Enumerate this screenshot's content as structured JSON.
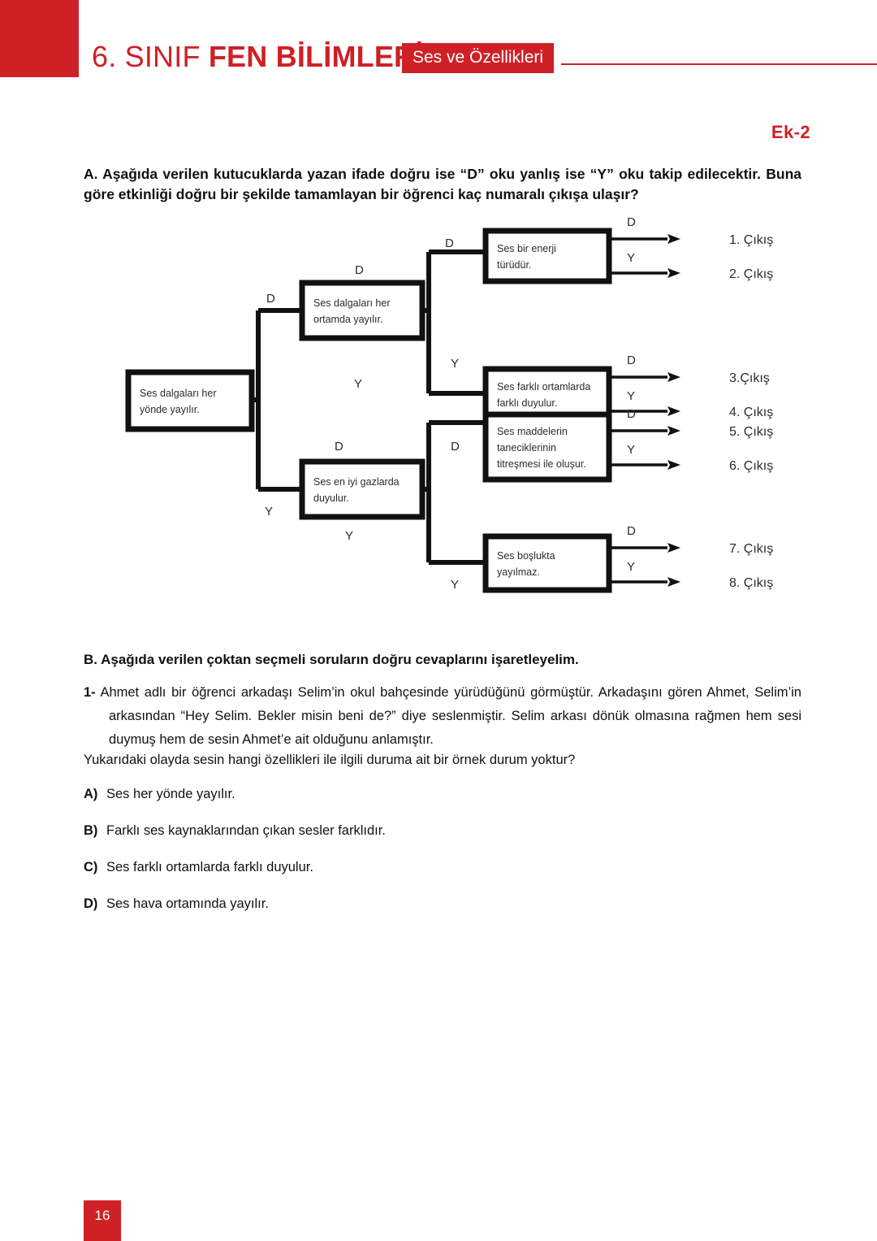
{
  "header": {
    "grade": "6. SINIF ",
    "subject": "FEN BİLİMLERİ",
    "badge": "Ses ve Özellikleri"
  },
  "ek_label": "Ek-2",
  "section_a": {
    "prompt": "A. Aşağıda verilen kutucuklarda yazan ifade doğru ise “D” oku yanlış ise “Y” oku takip edilecektir. Buna göre etkinliği doğru bir şekilde tamamlayan bir öğrenci kaç numaralı çıkışa ulaşır?"
  },
  "flowchart": {
    "root_box": "Ses dalgaları her yönde yayılır.",
    "level2": [
      {
        "text": "Ses dalgaları her ortamda yayılır.",
        "branch_in": "D"
      },
      {
        "text": "Ses en iyi gazlarda duyulur.",
        "branch_in": "Y"
      }
    ],
    "level3": [
      {
        "text": "Ses bir enerji türüdür.",
        "branch_in": "D"
      },
      {
        "text": "Ses farklı ortamlarda farklı duyulur.",
        "branch_in": "Y"
      },
      {
        "text": "Ses maddelerin taneciklerinin titreşmesi ile oluşur.",
        "branch_in": "D"
      },
      {
        "text": "Ses boşlukta yayılmaz.",
        "branch_in": "Y"
      }
    ],
    "branch_true": "D",
    "branch_false": "Y",
    "outputs": [
      {
        "label": "1. Çıkış",
        "branch": "D"
      },
      {
        "label": "2. Çıkış",
        "branch": "Y"
      },
      {
        "label": "3.Çıkış",
        "branch": "D"
      },
      {
        "label": "4. Çıkış",
        "branch": "Y"
      },
      {
        "label": "5. Çıkış",
        "branch": "D"
      },
      {
        "label": "6. Çıkış",
        "branch": "Y"
      },
      {
        "label": "7. Çıkış",
        "branch": "D"
      },
      {
        "label": "8. Çıkış",
        "branch": "Y"
      }
    ]
  },
  "section_b": {
    "prompt": "B. Aşağıda verilen çoktan seçmeli soruların doğru cevaplarını işaretleyelim.",
    "question_number": "1-",
    "question_text": "Ahmet adlı bir öğrenci arkadaşı Selim’in okul bahçesinde yürüdüğünü görmüştür. Arkadaşını gören Ahmet, Selim’in arkasından “Hey Selim. Bekler misin beni de?” diye seslenmiştir. Selim arkası dönük olmasına rağmen hem sesi duymuş hem de sesin Ahmet’e ait olduğunu anlamıştır.",
    "question_lead": "Yukarıdaki olayda sesin hangi özellikleri ile ilgili duruma ait bir örnek durum yoktur?",
    "options": [
      {
        "letter": "A)",
        "text": "Ses her yönde yayılır."
      },
      {
        "letter": "B)",
        "text": "Farklı ses kaynaklarından çıkan sesler farklıdır."
      },
      {
        "letter": "C)",
        "text": "Ses farklı ortamlarda farklı duyulur."
      },
      {
        "letter": "D)",
        "text": "Ses hava ortamında yayılır."
      }
    ]
  },
  "footer": {
    "page_number": "16"
  },
  "colors": {
    "brand_red": "#cf2026",
    "text": "#111111"
  }
}
